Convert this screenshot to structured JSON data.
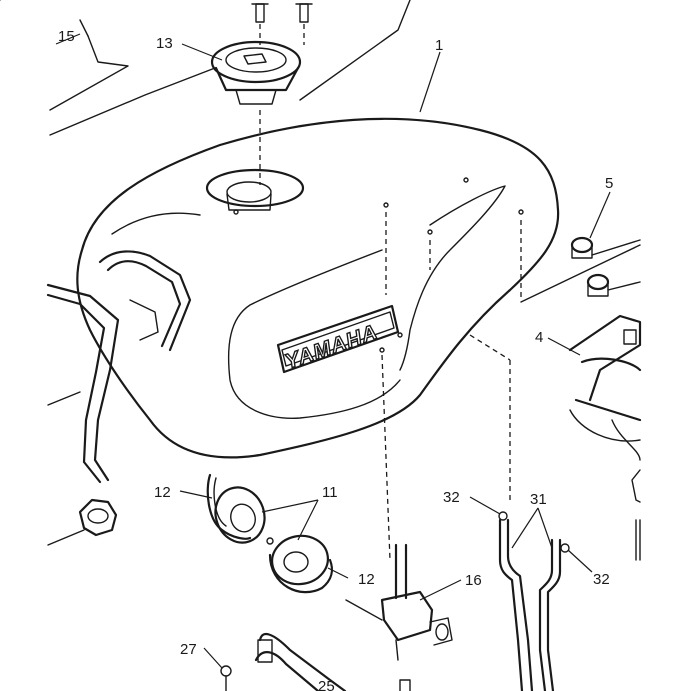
{
  "brand_text": "YAMAHA",
  "callouts": {
    "c1": "1",
    "c4": "4",
    "c5": "5",
    "c11": "11",
    "c12a": "12",
    "c12b": "12",
    "c13": "13",
    "c15": "15",
    "c16": "16",
    "c25": "25",
    "c27": "27",
    "c31": "31",
    "c32a": "32",
    "c32b": "32"
  },
  "colors": {
    "line": "#1a1a1a",
    "paper": "#ffffff"
  }
}
